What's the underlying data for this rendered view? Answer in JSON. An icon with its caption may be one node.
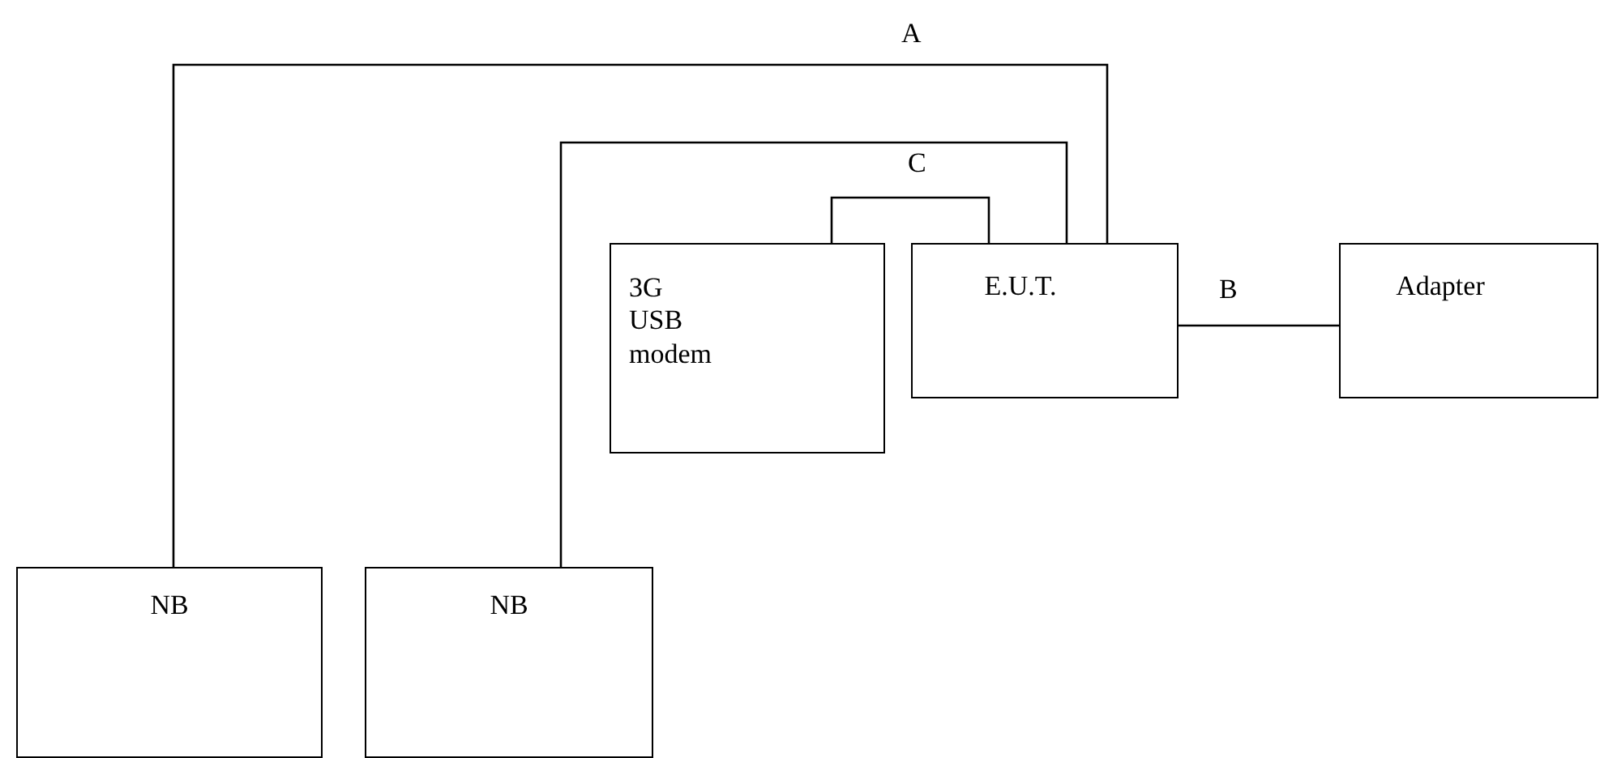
{
  "diagram": {
    "nodes": [
      {
        "text": [
          "3G USB modem"
        ]
      },
      {
        "text": [
          "E.U.T."
        ]
      },
      {
        "text": [
          "Adapter"
        ]
      },
      {
        "text": [
          "NB"
        ]
      },
      {
        "text": [
          "NB"
        ]
      }
    ],
    "edges": [
      {
        "from": 3,
        "to": 1,
        "arrow": "none",
        "label": "A"
      },
      {
        "from": 4,
        "to": 1,
        "arrow": "none"
      },
      {
        "from": 0,
        "to": 1,
        "arrow": "none",
        "label": "C"
      },
      {
        "from": 1,
        "to": 2,
        "arrow": "none",
        "label": "B"
      }
    ]
  }
}
